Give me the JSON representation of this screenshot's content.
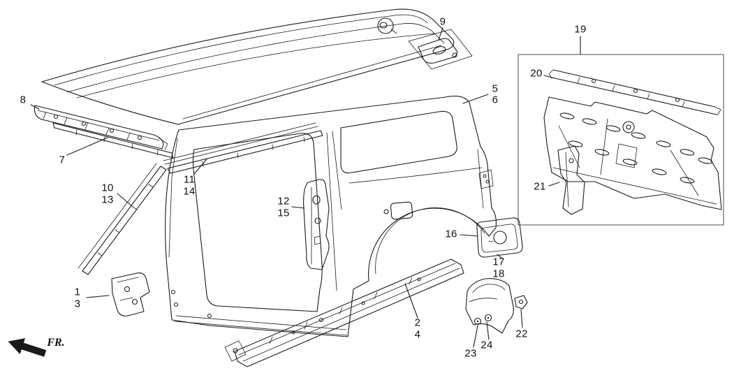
{
  "colors": {
    "line": "#1a1a1a",
    "background": "#ffffff"
  },
  "direction_indicator": {
    "label": "FR."
  },
  "callouts": {
    "n1": "1",
    "n2": "2",
    "n3": "3",
    "n4": "4",
    "n5": "5",
    "n6": "6",
    "n7": "7",
    "n8": "8",
    "n9": "9",
    "n10": "10",
    "n11": "11",
    "n12": "12",
    "n13": "13",
    "n14": "14",
    "n15": "15",
    "n16": "16",
    "n17": "17",
    "n18": "18",
    "n19": "19",
    "n20": "20",
    "n21": "21",
    "n22": "22",
    "n23": "23",
    "n24": "24"
  }
}
